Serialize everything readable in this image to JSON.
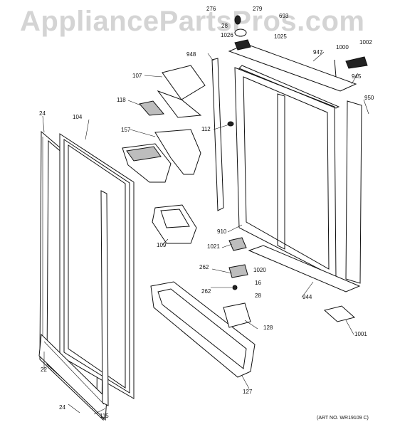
{
  "watermark": "AppliancePartsPros.com",
  "art_note": "(ART NO. WR19109 C)",
  "callouts": {
    "c276": "276",
    "c279": "279",
    "c693": "693",
    "c28a": "28",
    "c1026": "1026",
    "c1025": "1025",
    "c948": "948",
    "c947": "947",
    "c1000": "1000",
    "c1002": "1002",
    "c945": "945",
    "c950": "950",
    "c107": "107",
    "c118": "118",
    "c157": "157",
    "c112": "112",
    "c24a": "24",
    "c104": "104",
    "c910": "910",
    "c109": "109",
    "c1021": "1021",
    "c262a": "262",
    "c1020": "1020",
    "c16": "16",
    "c262b": "262",
    "c28b": "28",
    "c944": "944",
    "c128": "128",
    "c1001": "1001",
    "c22": "22",
    "c127": "127",
    "c24b": "24",
    "c115": "115"
  }
}
